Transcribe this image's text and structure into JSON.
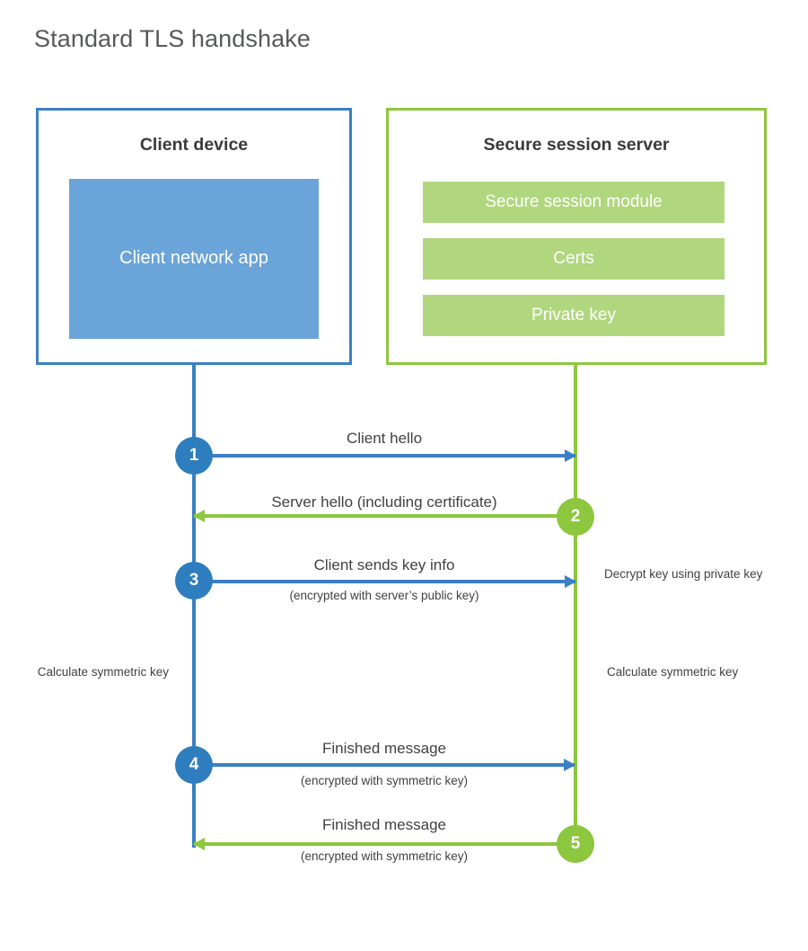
{
  "title": "Standard TLS handshake",
  "colors": {
    "client_accent": "#3b80c4",
    "client_circle": "#2e7dbe",
    "client_app_fill": "#6aa4d8",
    "server_accent": "#8dc63f",
    "server_module_fill": "#b0d77e",
    "title_text": "#58595b",
    "body_text": "#414042",
    "background": "#ffffff"
  },
  "client": {
    "title": "Client device",
    "app_label": "Client network app"
  },
  "server": {
    "title": "Secure session server",
    "modules": [
      {
        "label": "Secure session module"
      },
      {
        "label": "Certs"
      },
      {
        "label": "Private key"
      }
    ]
  },
  "steps": [
    {
      "number": "1",
      "direction": "client-to-server",
      "primary": "Client hello",
      "secondary": ""
    },
    {
      "number": "2",
      "direction": "server-to-client",
      "primary": "Server hello (including certificate)",
      "secondary": ""
    },
    {
      "number": "3",
      "direction": "client-to-server",
      "primary": "Client sends key info",
      "secondary": "(encrypted with server’s public key)"
    },
    {
      "number": "4",
      "direction": "client-to-server",
      "primary": "Finished message",
      "secondary": "(encrypted with symmetric key)"
    },
    {
      "number": "5",
      "direction": "server-to-client",
      "primary": "Finished message",
      "secondary": "(encrypted with symmetric key)"
    }
  ],
  "notes": {
    "decrypt": "Decrypt key using private key",
    "calculate_client": "Calculate symmetric key",
    "calculate_server": "Calculate symmetric key"
  }
}
